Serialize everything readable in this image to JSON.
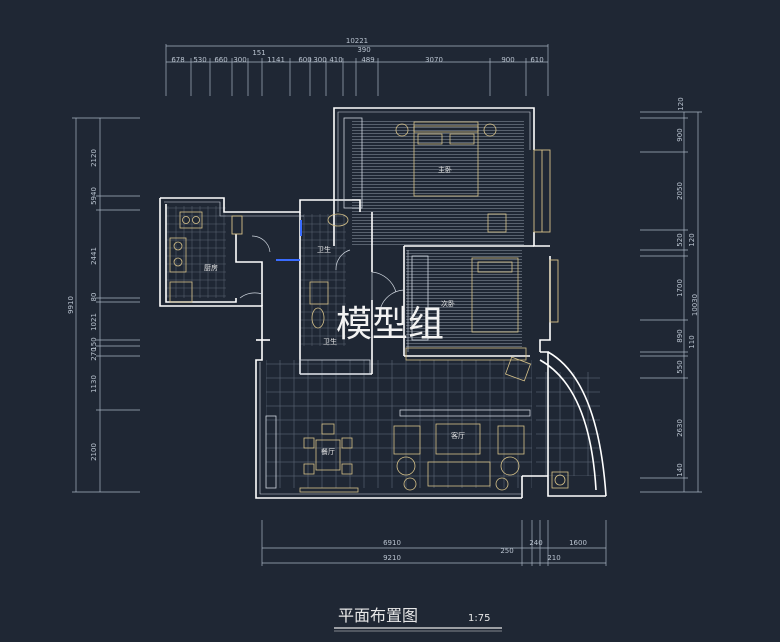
{
  "title": "平面布置图",
  "scale": "1:75",
  "watermark": "模型组",
  "rooms": {
    "master_bedroom": "主卧",
    "kitchen": "厨房",
    "bathroom": "卫生",
    "bedroom": "次卧",
    "wc": "卫生",
    "dining": "餐厅",
    "living": "客厅"
  },
  "top_dims": {
    "total": "10221",
    "a": "151",
    "b": "390",
    "segments": [
      "678",
      "530",
      "660",
      "300",
      "1141",
      "600",
      "300",
      "410",
      "489",
      "3070",
      "900",
      "610"
    ]
  },
  "left_dims": {
    "total": "9910",
    "segments": [
      "2120",
      "5940",
      "2441",
      "80",
      "1021",
      "150",
      "270",
      "1130",
      "2100"
    ]
  },
  "right_dims": {
    "total": "10030",
    "segments": [
      "120",
      "900",
      "2050",
      "520",
      "120",
      "1700",
      "890",
      "110",
      "550",
      "2630",
      "140"
    ]
  },
  "bottom_dims": {
    "row1": [
      "6910",
      "240",
      "1600"
    ],
    "row2": [
      "9210",
      "250",
      "210"
    ]
  },
  "colors": {
    "background": "#1f2734",
    "wall": "#ffffff",
    "dim_line": "#a8b4c2",
    "furniture": "#d8c38a"
  }
}
